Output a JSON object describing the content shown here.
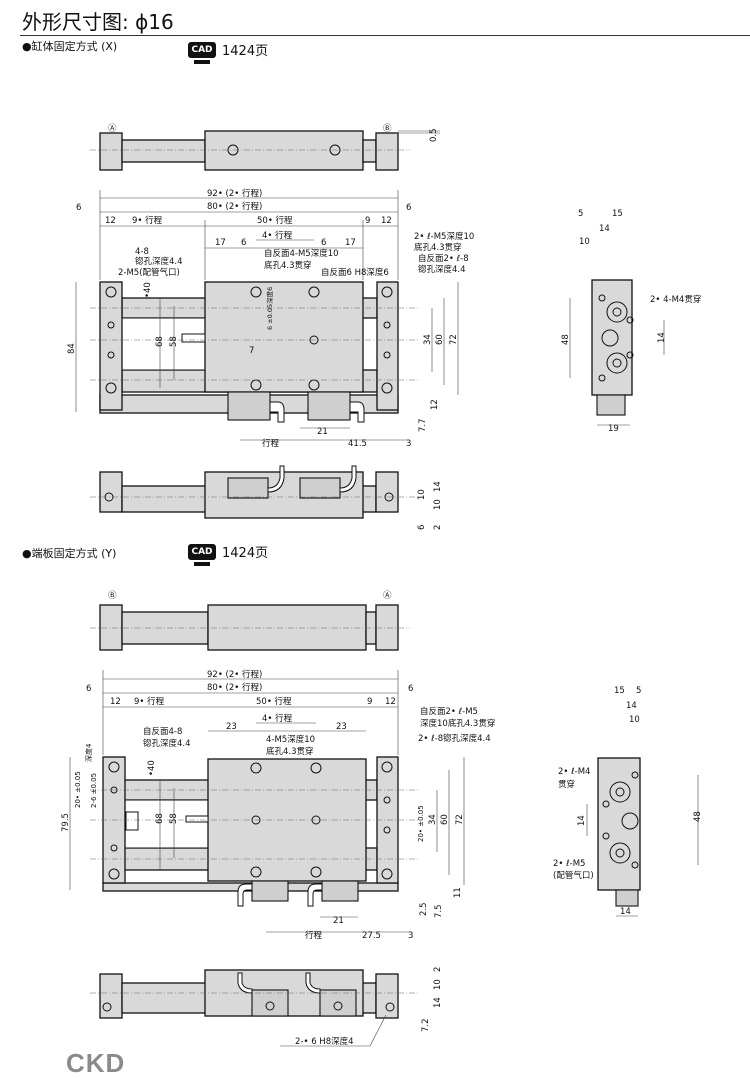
{
  "header": {
    "title": "外形尺寸图: ϕ16"
  },
  "section_x": {
    "label": "●缸体固定方式 (X)",
    "cad_icon": "cad-monitor-icon",
    "cad_page": "1424页",
    "top_view": [
      "Ⓐ",
      "Ⓑ",
      "0.5"
    ],
    "front_view": [
      "92• (2• 行程)",
      "6",
      "80• (2• 行程)",
      "6",
      "12",
      "9• 行程",
      "50• 行程",
      "9",
      "12",
      "4• 行程",
      "17",
      "6",
      "6",
      "17",
      "4-8",
      "锪孔深度4.4",
      "2-M5(配管气口)",
      "自反面4-M5深度10",
      "底孔4.3贯穿",
      "自反面6 H8深度6",
      "2• ℓ-M5深度10",
      "底孔4.3贯穿",
      "自反面2• ℓ-8",
      "锪孔深度4.4",
      "84",
      "•40",
      "68",
      "58",
      "6 ±0.05深度6",
      "7",
      "34",
      "60",
      "72",
      "12",
      "7.7",
      "行程",
      "21",
      "41.5",
      "3"
    ],
    "bottom_view": [
      "14",
      "10",
      "10",
      "2",
      "6"
    ],
    "side_view": [
      "5",
      "15",
      "14",
      "10",
      "2• 4-M4贯穿",
      "48",
      "14",
      "19"
    ]
  },
  "section_y": {
    "label": "●端板固定方式 (Y)",
    "cad_icon": "cad-monitor-icon",
    "cad_page": "1424页",
    "top_view": [
      "Ⓑ",
      "Ⓐ"
    ],
    "front_view": [
      "92• (2• 行程)",
      "6",
      "80• (2• 行程)",
      "6",
      "12",
      "9• 行程",
      "50• 行程",
      "9",
      "12",
      "4• 行程",
      "23",
      "23",
      "自反面4-8",
      "锪孔深度4.4",
      "4-M5深度10",
      "底孔4.3贯穿",
      "自反面2• ℓ-M5",
      "深度10底孔4.3贯穿",
      "2• ℓ-8锪孔深度4.4",
      "深度4",
      "2-6 ±0.05",
      "20• ±0.05",
      "79.5",
      "•40",
      "68",
      "58",
      "20• ±0.05",
      "34",
      "60",
      "72",
      "11",
      "2.5",
      "7.5",
      "21",
      "行程",
      "27.5",
      "3"
    ],
    "side_view": [
      "15",
      "5",
      "14",
      "10",
      "2• ℓ-M4",
      "贯穿",
      "14",
      "48",
      "2• ℓ-M5",
      "(配管气口)",
      "14"
    ],
    "bottom_view": [
      "2",
      "10",
      "14",
      "7.2",
      "2-• 6 H8深度4"
    ]
  },
  "footer": {
    "logo": "CKD"
  }
}
